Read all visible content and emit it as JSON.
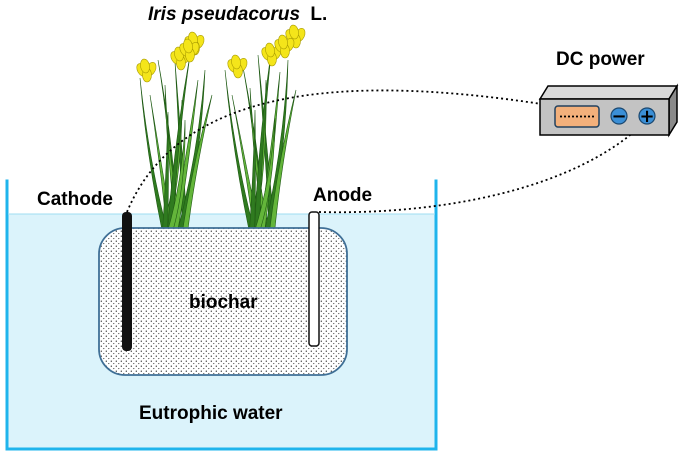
{
  "labels": {
    "plant_species": "Iris pseudacorus",
    "plant_authority": "L.",
    "power_supply": "DC power",
    "cathode": "Cathode",
    "anode": "Anode",
    "substrate": "biochar",
    "water": "Eutrophic water"
  },
  "colors": {
    "water_fill": "#dbf3fb",
    "tank_wall": "#1fb4ec",
    "substrate_border": "#3f6f96",
    "cathode": "#111111",
    "anode": "#ffffff",
    "leaf_dark": "#2f7a1f",
    "leaf_light": "#63b53a",
    "flower": "#f4e51a",
    "power_box": "#c3c3c3",
    "power_display": "#f3b07b",
    "terminal": "#3b8fd6",
    "wire": "#000000"
  },
  "symbols": {
    "negative_terminal": "−",
    "positive_terminal": "+"
  }
}
